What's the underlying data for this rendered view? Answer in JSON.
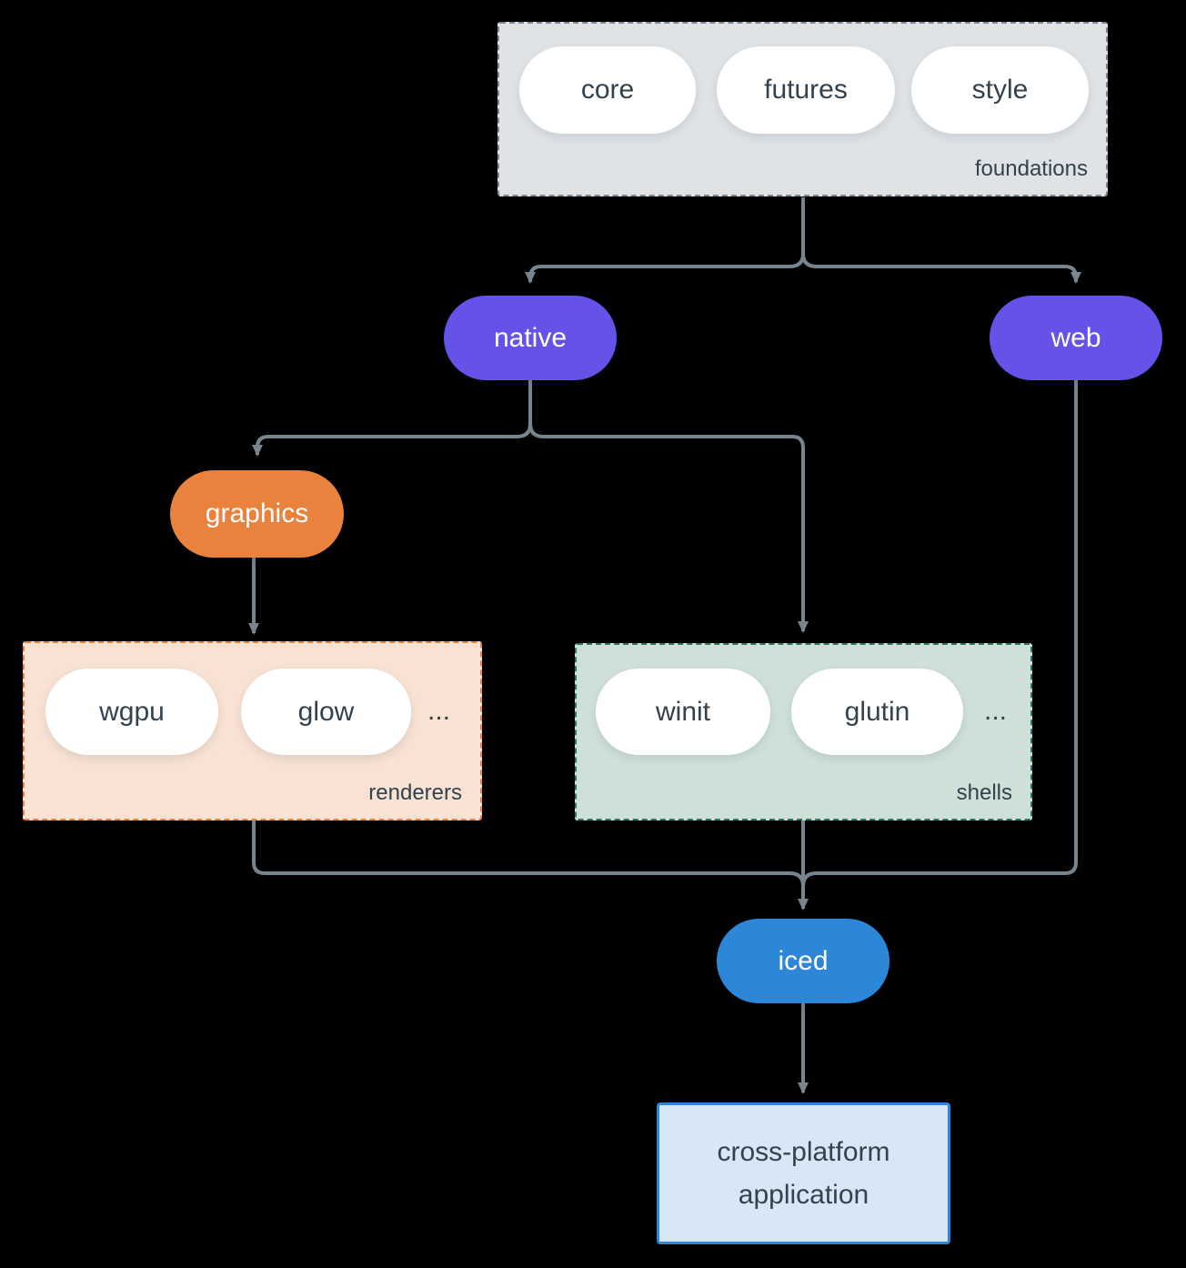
{
  "colors": {
    "background": "#000000",
    "connector": "#78858F",
    "purple": "#6553E9",
    "orange": "#E8823C",
    "blue": "#2D87D8",
    "foundations_fill": "#DFE3E6",
    "foundations_border": "#7B8894",
    "renderers_fill": "#F8E2D3",
    "shells_fill": "#CFE0D9",
    "shells_border": "#26796A",
    "app_fill": "#D8E7F6",
    "text_dark": "#33424D",
    "pill_white": "#FFFFFF"
  },
  "foundations": {
    "label": "foundations",
    "pills": [
      "core",
      "futures",
      "style"
    ]
  },
  "native": {
    "label": "native"
  },
  "web": {
    "label": "web"
  },
  "graphics": {
    "label": "graphics"
  },
  "renderers": {
    "label": "renderers",
    "pills": [
      "wgpu",
      "glow"
    ],
    "ellipsis": "..."
  },
  "shells": {
    "label": "shells",
    "pills": [
      "winit",
      "glutin"
    ],
    "ellipsis": "..."
  },
  "iced": {
    "label": "iced"
  },
  "application": {
    "label": "cross-platform application"
  }
}
